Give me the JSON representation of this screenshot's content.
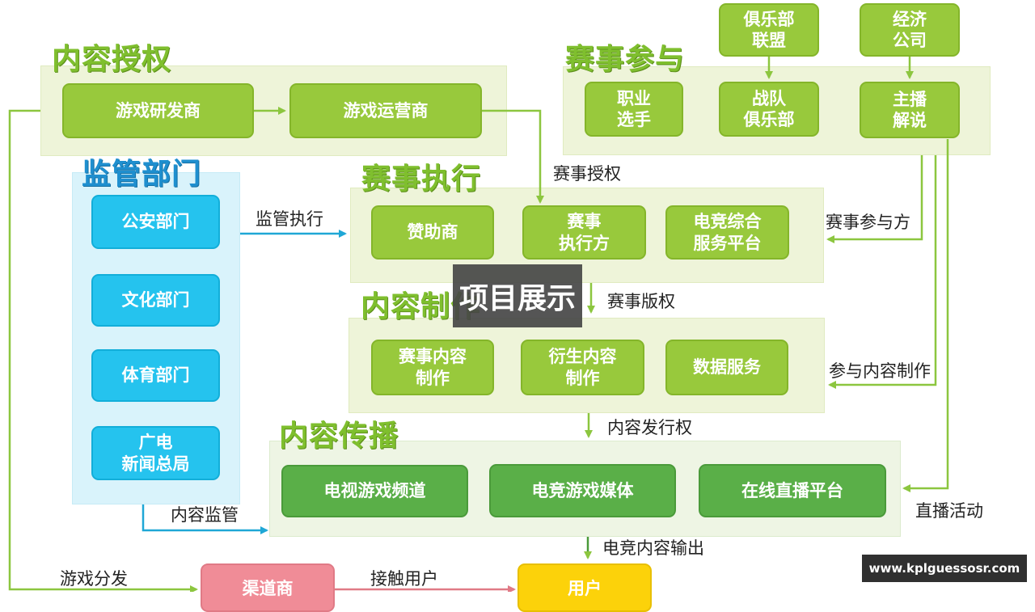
{
  "sections": {
    "content_license": "内容授权",
    "event_participation": "赛事参与",
    "regulators": "监管部门",
    "event_execution": "赛事执行",
    "content_production": "内容制作",
    "content_distribution": "内容传播"
  },
  "nodes": {
    "game_developer": "游戏研发商",
    "game_operator": "游戏运营商",
    "club_league": "俱乐部\n联盟",
    "economy_company": "经济\n公司",
    "pro_player": "职业\n选手",
    "team_club": "战队\n俱乐部",
    "streamer_commentator": "主播\n解说",
    "police": "公安部门",
    "culture": "文化部门",
    "sports": "体育部门",
    "broadcast": "广电\n新闻总局",
    "sponsor": "赞助商",
    "event_executor": "赛事\n执行方",
    "esports_platform": "电竞综合\n服务平台",
    "event_content": "赛事内容\n制作",
    "derivative_content": "衍生内容\n制作",
    "data_service": "数据服务",
    "tv_channel": "电视游戏频道",
    "esports_media": "电竞游戏媒体",
    "live_platform": "在线直播平台",
    "channel_provider": "渠道商",
    "users": "用户"
  },
  "edge_labels": {
    "event_license": "赛事授权",
    "supervise_execute": "监管执行",
    "event_participant": "赛事参与方",
    "event_copyright": "赛事版权",
    "participate_production": "参与内容制作",
    "distribution_right": "内容发行权",
    "content_supervision": "内容监管",
    "live_activity": "直播活动",
    "esports_output": "电竞内容输出",
    "game_distribution": "游戏分发",
    "reach_users": "接触用户"
  },
  "overlay_text": "项目展示",
  "watermark_text": "www.kplguessosr.com",
  "colors": {
    "lime": "#98c93c",
    "cyan": "#25c3ee",
    "dark_green": "#5aaf48",
    "pink": "#f08c97",
    "yellow": "#fcd20a",
    "connector_green": "#8cc63f",
    "connector_blue": "#1fa7d6"
  }
}
